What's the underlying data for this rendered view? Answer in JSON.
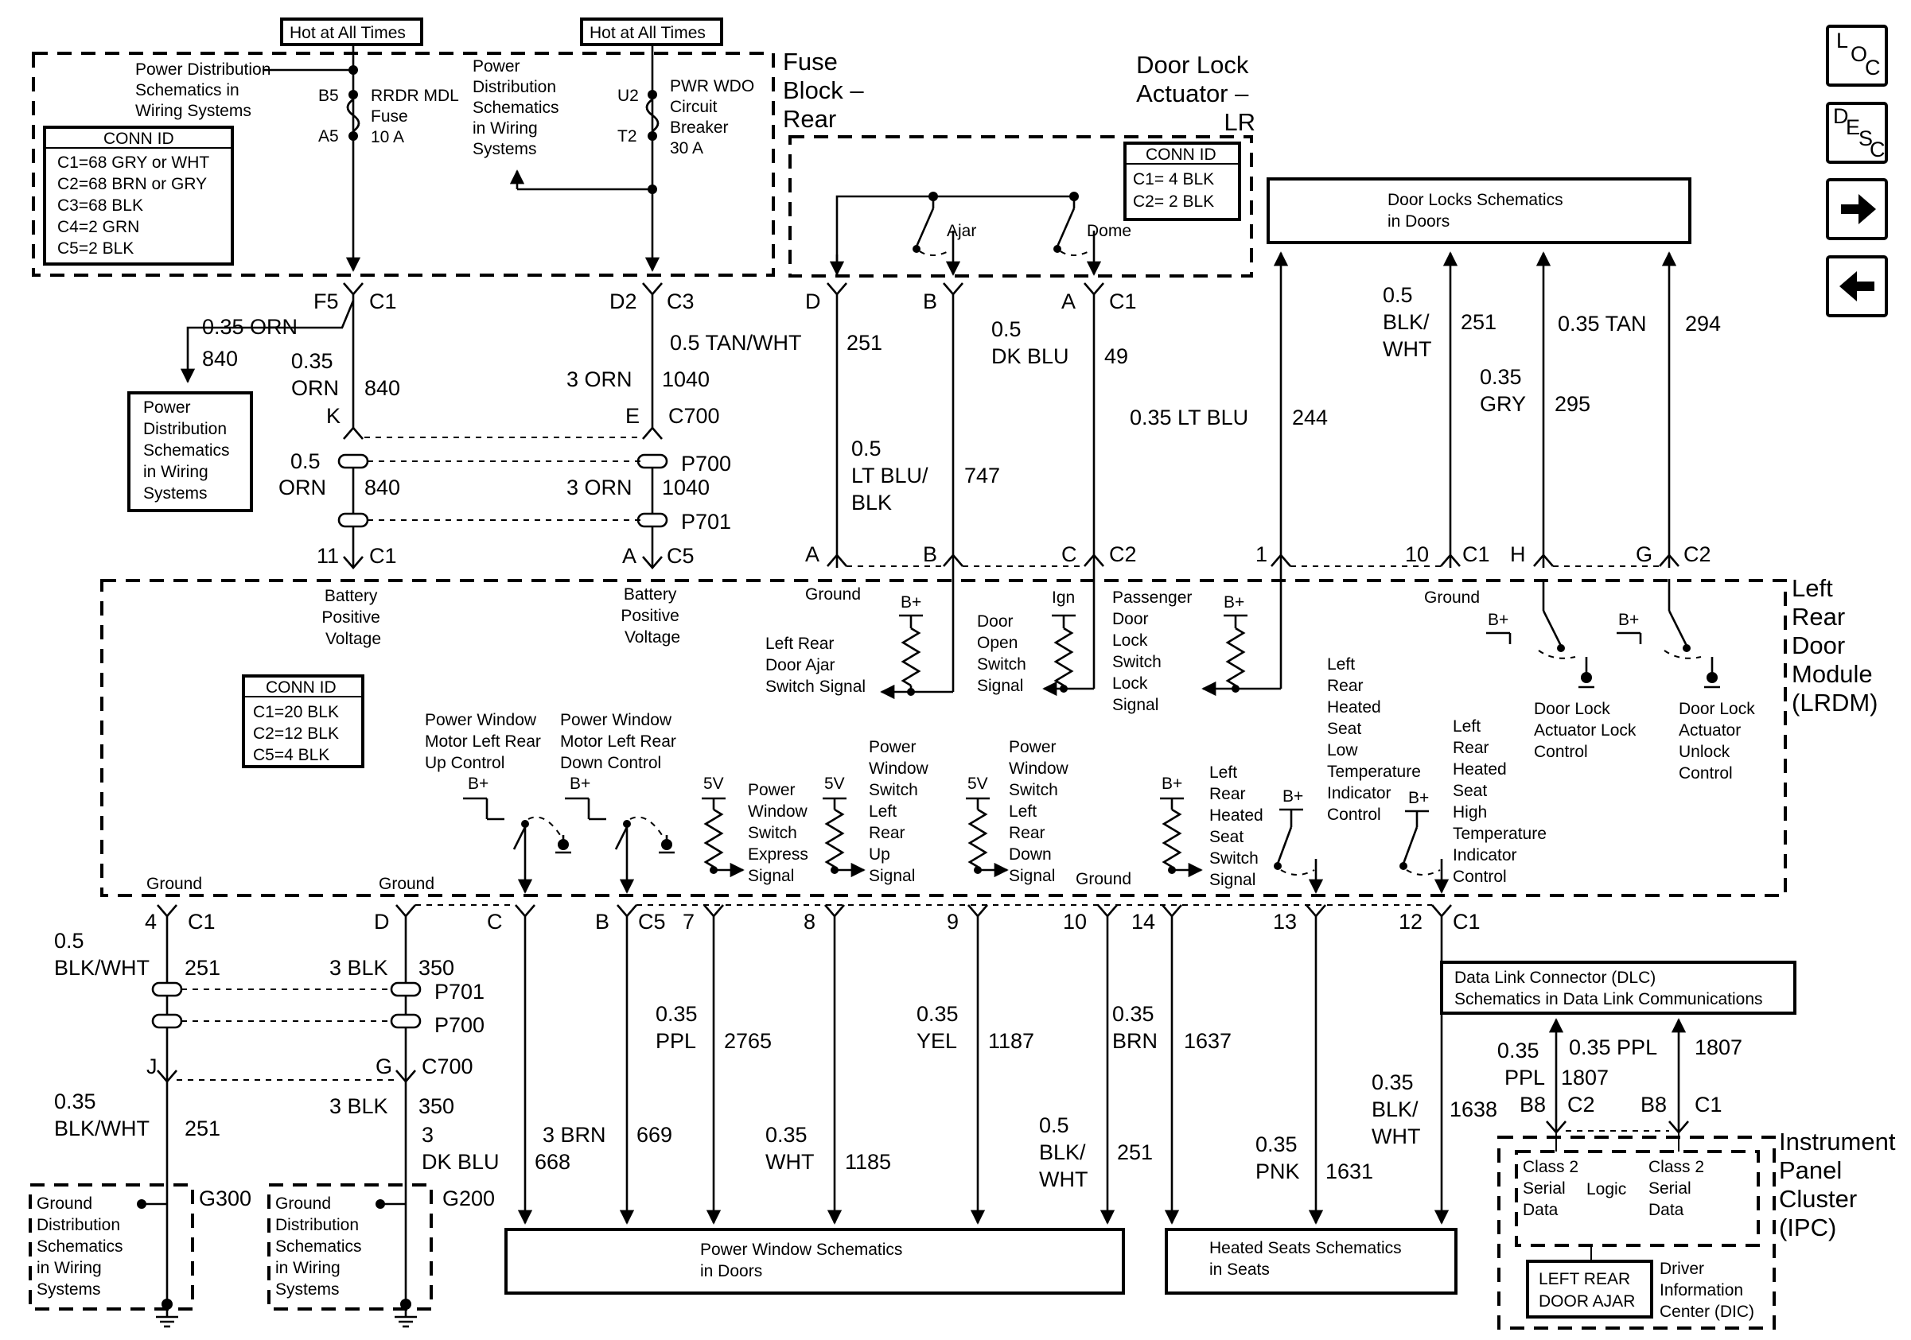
{
  "nav": {
    "loc": [
      "L",
      "O",
      "C"
    ],
    "desc": [
      "D",
      "E",
      "S",
      "C"
    ],
    "forward_icon": "arrow-right-icon",
    "back_icon": "arrow-left-icon"
  },
  "hot": [
    "Hot at All Times",
    "Hot at All Times"
  ],
  "fuse_block": {
    "title": [
      "Fuse",
      "Block –",
      "Rear"
    ],
    "pd1": [
      "Power Distribution",
      "Schematics in",
      "Wiring Systems"
    ],
    "pd2": [
      "Power",
      "Distribution",
      "Schematics",
      "in Wiring",
      "Systems"
    ],
    "fuse": {
      "pins": [
        "B5",
        "A5"
      ],
      "label": [
        "RRDR MDL",
        "Fuse",
        "10 A"
      ]
    },
    "breaker": {
      "pins": [
        "U2",
        "T2"
      ],
      "label": [
        "PWR WDO",
        "Circuit",
        "Breaker",
        "30 A"
      ]
    },
    "conn_title": "CONN ID",
    "conn": [
      "C1=68 GRY or WHT",
      "C2=68 BRN or GRY",
      "C3=68 BLK",
      "C4=2 GRN",
      "C5=2 BLK"
    ]
  },
  "actuator": {
    "title": [
      "Door Lock",
      "Actuator –",
      "LR"
    ],
    "conn_title": "CONN ID",
    "conn": [
      "C1= 4 BLK",
      "C2= 2 BLK"
    ],
    "switches": [
      "Ajar",
      "Dome"
    ],
    "pins": [
      "D",
      "B",
      "A",
      "C1"
    ]
  },
  "door_locks": [
    "Door Locks Schematics",
    "in Doors"
  ],
  "pdist_left": [
    "Power",
    "Distribution",
    "Schematics",
    "in Wiring",
    "Systems"
  ],
  "left_wires": {
    "f5": "F5",
    "c1": "C1",
    "branch": "0.35 ORN",
    "branch_num": "840",
    "w1": [
      "0.35",
      "ORN"
    ],
    "w1num": "840",
    "k": "K",
    "w2": [
      "0.5",
      "ORN"
    ],
    "w2num": "840",
    "p11": "11",
    "p11c": "C1",
    "d2": "D2",
    "c3": "C3",
    "w3": "3 ORN",
    "w3num": "1040",
    "e": "E",
    "c700": "C700",
    "p700": "P700",
    "w4": "3 ORN",
    "w4num": "1040",
    "p701": "P701",
    "a": "A",
    "c5": "C5"
  },
  "top_wires": {
    "tanwht": "0.5 TAN/WHT",
    "tanwht_num": "251",
    "ltblk": [
      "0.5",
      "LT BLU/",
      "BLK"
    ],
    "ltblk_num": "747",
    "dkblu": [
      "0.5",
      "DK BLU"
    ],
    "dkblu_num": "49",
    "ltblu": "0.35 LT BLU",
    "ltblu_num": "244",
    "blkwht": [
      "0.5",
      "BLK/",
      "WHT"
    ],
    "blkwht_num": "251",
    "gry": [
      "0.35",
      "GRY"
    ],
    "gry_num": "295",
    "tan": "0.35 TAN",
    "tan_num": "294"
  },
  "module_top_pins": [
    "A",
    "B",
    "C",
    "C2",
    "1",
    "10",
    "C1",
    "H",
    "G",
    "C2"
  ],
  "lrdm": {
    "title": [
      "Left",
      "Rear",
      "Door",
      "Module",
      "(LRDM)"
    ],
    "bpv1": [
      "Battery",
      "Positive",
      "Voltage"
    ],
    "bpv2": [
      "Battery",
      "Positive",
      "Voltage"
    ],
    "conn_title": "CONN ID",
    "conn": [
      "C1=20 BLK",
      "C2=12 BLK",
      "C5=4 BLK"
    ],
    "ground": "Ground",
    "bplus": "B+",
    "ign": "Ign",
    "fivev": "5V",
    "ajar_sig": [
      "Left Rear",
      "Door Ajar",
      "Switch Signal"
    ],
    "door_open": [
      "Door",
      "Open",
      "Switch",
      "Signal"
    ],
    "pass_lock": [
      "Passenger",
      "Door",
      "Lock",
      "Switch",
      "Lock",
      "Signal"
    ],
    "lock_ctrl": [
      "Door Lock",
      "Actuator Lock",
      "Control"
    ],
    "unlock_ctrl": [
      "Door Lock",
      "Actuator",
      "Unlock",
      "Control"
    ],
    "low_temp": [
      "Left",
      "Rear",
      "Heated",
      "Seat",
      "Low",
      "Temperature",
      "Indicator",
      "Control"
    ],
    "high_temp": [
      "Left",
      "Rear",
      "Heated",
      "Seat",
      "High",
      "Temperature",
      "Indicator",
      "Control"
    ],
    "up_ctrl": [
      "Power Window",
      "Motor Left Rear",
      "Up Control"
    ],
    "down_ctrl": [
      "Power Window",
      "Motor Left Rear",
      "Down  Control"
    ],
    "express": [
      "Power",
      "Window",
      "Switch",
      "Express",
      "Signal"
    ],
    "up_sig": [
      "Power",
      "Window",
      "Switch",
      "Left",
      "Rear",
      "Up",
      "Signal"
    ],
    "down_sig": [
      "Power",
      "Window",
      "Switch",
      "Left",
      "Rear",
      "Down",
      "Signal"
    ],
    "seat_sw": [
      "Left",
      "Rear",
      "Heated",
      "Seat",
      "Switch",
      "Signal"
    ]
  },
  "bottom_pins": [
    "4",
    "C1",
    "D",
    "C",
    "B",
    "C5",
    "7",
    "8",
    "9",
    "10",
    "14",
    "13",
    "12",
    "C1"
  ],
  "bottom_wires": {
    "bw1": [
      "0.5",
      "BLK/WHT"
    ],
    "bw1num": "251",
    "bw2": "3 BLK",
    "bw2num": "350",
    "p701": "P701",
    "p700": "P700",
    "j": "J",
    "g": "G",
    "c700": "C700",
    "bw3": [
      "0.35",
      "BLK/WHT"
    ],
    "bw3num": "251",
    "bw4": "3 BLK",
    "bw4num": "350",
    "bw5": [
      "3",
      "DK BLU"
    ],
    "bw5num": "668",
    "brn": "3 BRN",
    "brn_num": "669",
    "ppl": [
      "0.35",
      "PPL"
    ],
    "ppl_num": "2765",
    "wht": [
      "0.35",
      "WHT"
    ],
    "wht_num": "1185",
    "yel": [
      "0.35",
      "YEL"
    ],
    "yel_num": "1187",
    "blkwht": [
      "0.5",
      "BLK/",
      "WHT"
    ],
    "blkwht_num": "251",
    "brn2": [
      "0.35",
      "BRN"
    ],
    "brn2_num": "1637",
    "pnk": [
      "0.35",
      "PNK"
    ],
    "pnk_num": "1631",
    "blkwht2": [
      "0.35",
      "BLK/",
      "WHT"
    ],
    "blkwht2_num": "1638"
  },
  "ground_dist": [
    "Ground",
    "Distribution",
    "Schematics",
    "in Wiring",
    "Systems"
  ],
  "g300": "G300",
  "g200": "G200",
  "pw_sch": [
    "Power Window Schematics",
    "in Doors"
  ],
  "hs_sch": [
    "Heated Seats Schematics",
    "in Seats"
  ],
  "dlc": [
    "Data Link Connector (DLC)",
    "Schematics in Data Link Communications"
  ],
  "dlc_wires": {
    "pplA": [
      "0.35",
      "PPL"
    ],
    "pplA_num": "1807",
    "b8a": "B8",
    "c2": "C2",
    "pplB": "0.35 PPL",
    "pplB_num": "1807",
    "b8b": "B8",
    "c1": "C1"
  },
  "ipc": {
    "title": [
      "Instrument",
      "Panel",
      "Cluster",
      "(IPC)"
    ],
    "class2a": [
      "Class 2",
      "Serial",
      "Data"
    ],
    "logic": "Logic",
    "class2b": [
      "Class 2",
      "Serial",
      "Data"
    ],
    "display": [
      "LEFT REAR",
      "DOOR AJAR"
    ],
    "dic": [
      "Driver",
      "Information",
      "Center (DIC)"
    ]
  }
}
